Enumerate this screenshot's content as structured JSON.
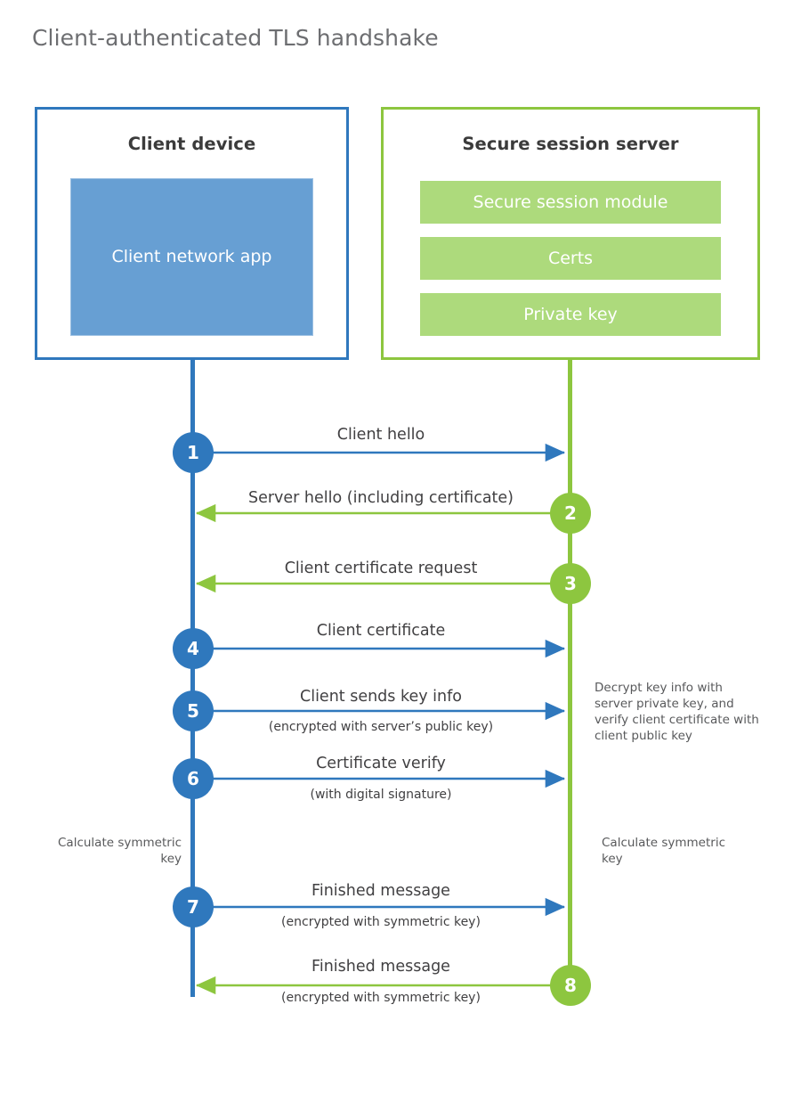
{
  "title": "Client-authenticated TLS handshake",
  "colors": {
    "client_blue": "#2f78bd",
    "server_green": "#8dc63f",
    "client_app_fill": "#679fd3",
    "server_bar_fill": "#adda7c",
    "title_gray": "#6d6e71",
    "text_dark": "#414042",
    "note_gray": "#58595b"
  },
  "parties": {
    "client": {
      "title": "Client device",
      "app_label": "Client network app"
    },
    "server": {
      "title": "Secure session server",
      "components": [
        "Secure session module",
        "Certs",
        "Private key"
      ]
    }
  },
  "steps": [
    {
      "number": "1",
      "label": "Client hello",
      "sublabel": "",
      "direction": "client-to-server",
      "color": "blue"
    },
    {
      "number": "2",
      "label": "Server hello (including certificate)",
      "sublabel": "",
      "direction": "server-to-client",
      "color": "green"
    },
    {
      "number": "3",
      "label": "Client certificate request",
      "sublabel": "",
      "direction": "server-to-client",
      "color": "green"
    },
    {
      "number": "4",
      "label": "Client certificate",
      "sublabel": "",
      "direction": "client-to-server",
      "color": "blue"
    },
    {
      "number": "5",
      "label": "Client sends key info",
      "sublabel": "(encrypted with server’s public key)",
      "direction": "client-to-server",
      "color": "blue"
    },
    {
      "number": "6",
      "label": "Certificate verify",
      "sublabel": "(with digital signature)",
      "direction": "client-to-server",
      "color": "blue"
    },
    {
      "number": "7",
      "label": "Finished message",
      "sublabel": "(encrypted with symmetric key)",
      "direction": "client-to-server",
      "color": "blue"
    },
    {
      "number": "8",
      "label": "Finished message",
      "sublabel": "(encrypted with symmetric key)",
      "direction": "server-to-client",
      "color": "green"
    }
  ],
  "annotations": {
    "server_decrypt": "Decrypt key info with server private key, and verify client certificate with client public key",
    "client_symmetric": "Calculate symmetric key",
    "server_symmetric": "Calculate symmetric key"
  }
}
